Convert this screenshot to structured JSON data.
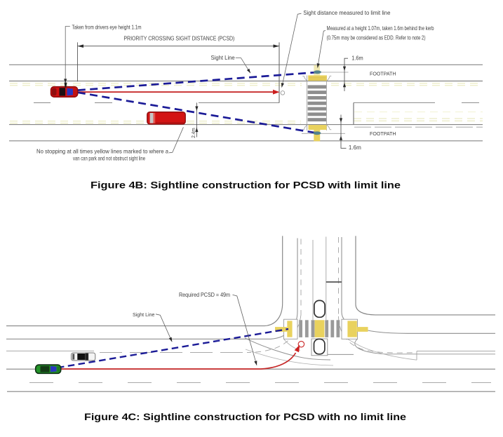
{
  "figure_4b": {
    "caption": "Figure 4B: Sightline construction for PCSD with limit line",
    "labels": {
      "eye_height": "Taken from drivers eye height 1.1m",
      "pcsd_heading": "PRIORITY CROSSING SIGHT DISTANCE (PCSD)",
      "sight_line": "Sight Line",
      "limit_line_note": "Sight distance measured to limit line",
      "measured_note_1": "Measured at a height 1.07m, taken 1.6m behind the kerb",
      "measured_note_2": "(0.75m may be considered as EDD. Refer to note 2)",
      "footpath_top": "FOOTPATH",
      "footpath_bottom": "FOOTPATH",
      "dim_16_top": "1.6m",
      "dim_16_bottom": "1.6m",
      "dim_24": "2.4m",
      "no_stopping_1": "No stopping at all times yellow lines marked to where a",
      "no_stopping_2": "van can park and not obstruct sight line"
    }
  },
  "figure_4c": {
    "caption": "Figure 4C: Sightline construction for PCSD with no limit line",
    "labels": {
      "required_pcsd": "Required PCSD = 49m",
      "sight_line": "Sight Line"
    }
  },
  "colors": {
    "sight_line_blue": "#1b1b97",
    "vehicle_path_red": "#c62828",
    "beacon_yellow": "#e9d25e",
    "no_stopping_yellow": "#ebebc4",
    "road_line_gray": "#848484",
    "zebra_stripe_gray": "#8e8e8e",
    "pedestrian_teal": "#54828e",
    "annotation_gray": "#3f3f3f"
  }
}
